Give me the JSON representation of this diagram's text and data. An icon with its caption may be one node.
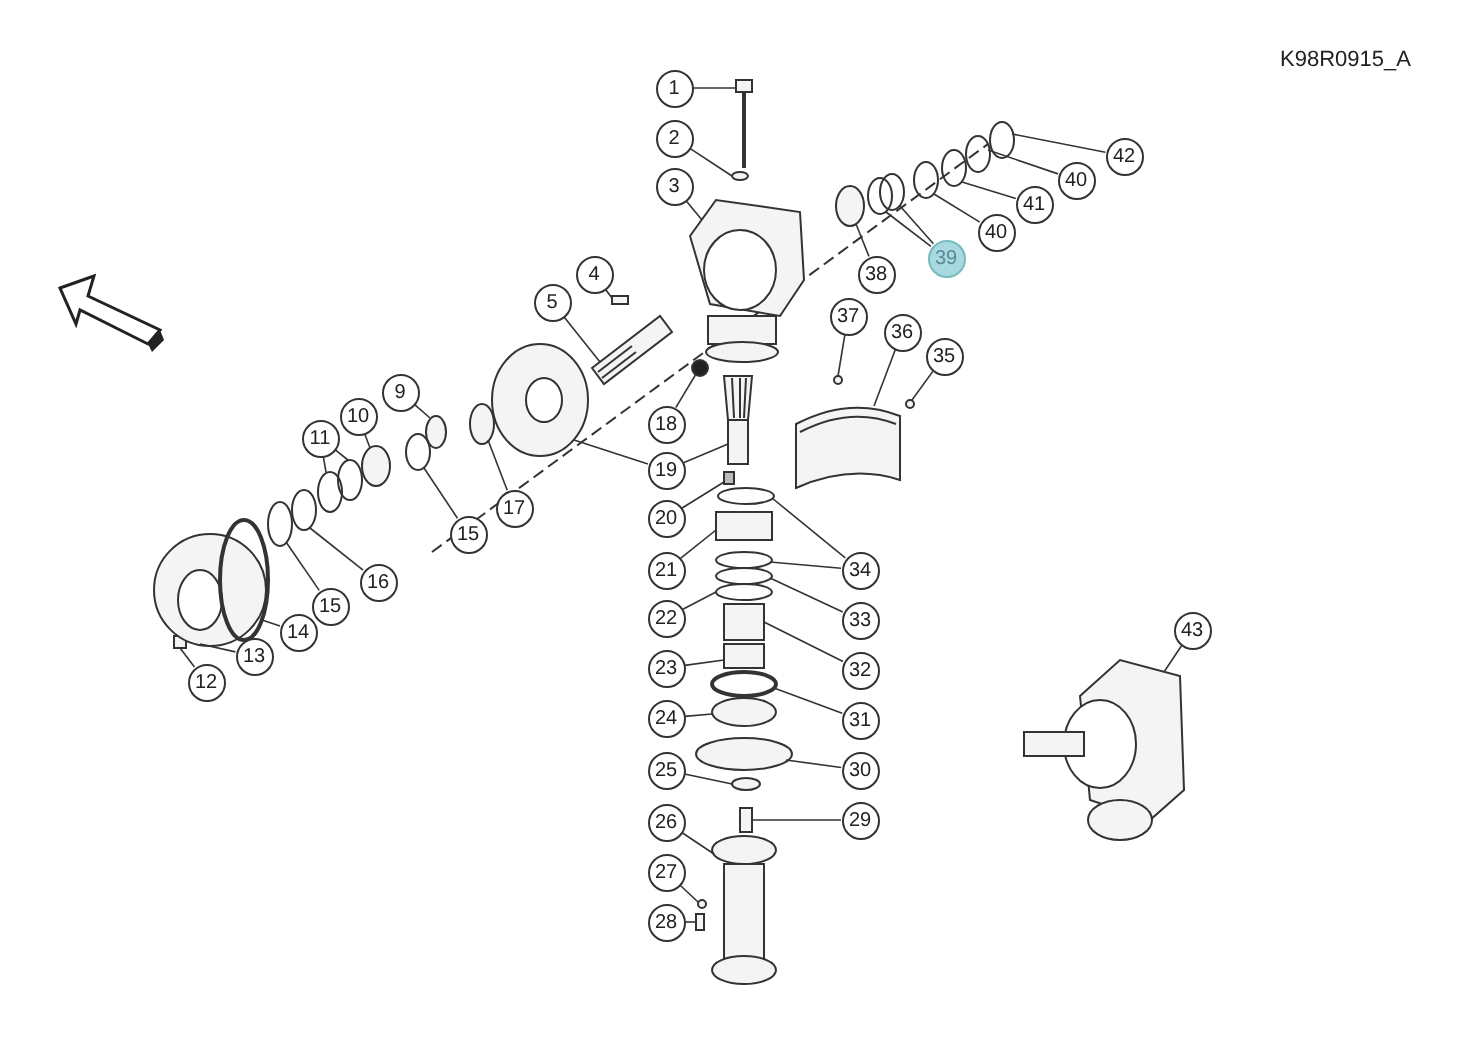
{
  "diagram": {
    "nodes": [
      {
        "text": [
          "1"
        ]
      },
      {
        "text": [
          "2"
        ]
      },
      {
        "text": [
          "3"
        ]
      },
      {
        "text": [
          "4"
        ]
      },
      {
        "text": [
          "5"
        ]
      },
      {
        "text": [
          "9"
        ]
      },
      {
        "text": [
          "10"
        ]
      },
      {
        "text": [
          "11"
        ]
      },
      {
        "text": [
          "12"
        ]
      },
      {
        "text": [
          "13"
        ]
      },
      {
        "text": [
          "14"
        ]
      },
      {
        "text": [
          "15"
        ]
      },
      {
        "text": [
          "15"
        ]
      },
      {
        "text": [
          "16"
        ]
      },
      {
        "text": [
          "17"
        ]
      },
      {
        "text": [
          "18"
        ]
      },
      {
        "text": [
          "19"
        ]
      },
      {
        "text": [
          "20"
        ]
      },
      {
        "text": [
          "21"
        ]
      },
      {
        "text": [
          "22"
        ]
      },
      {
        "text": [
          "23"
        ]
      },
      {
        "text": [
          "24"
        ]
      },
      {
        "text": [
          "25"
        ]
      },
      {
        "text": [
          "26"
        ]
      },
      {
        "text": [
          "27"
        ]
      },
      {
        "text": [
          "28"
        ]
      },
      {
        "text": [
          "29"
        ]
      },
      {
        "text": [
          "30"
        ]
      },
      {
        "text": [
          "31"
        ]
      },
      {
        "text": [
          "32"
        ]
      },
      {
        "text": [
          "33"
        ]
      },
      {
        "text": [
          "34"
        ]
      },
      {
        "text": [
          "35"
        ]
      },
      {
        "text": [
          "36"
        ]
      },
      {
        "text": [
          "37"
        ]
      },
      {
        "text": [
          "38"
        ]
      },
      {
        "text": [
          "39"
        ]
      },
      {
        "text": [
          "40"
        ]
      },
      {
        "text": [
          "40"
        ]
      },
      {
        "text": [
          "41"
        ]
      },
      {
        "text": [
          "42"
        ]
      },
      {
        "text": [
          "43"
        ]
      },
      {
        "text": [],
        "shape": "picture"
      },
      {
        "text": [],
        "shape": "circle"
      },
      {
        "text": [],
        "shape": "picture"
      },
      {
        "text": [],
        "shape": "box"
      },
      {
        "text": [],
        "shape": "picture"
      },
      {
        "text": [],
        "shape": "circle"
      },
      {
        "text": [],
        "shape": "circle"
      },
      {
        "text": [],
        "shape": "circle"
      },
      {
        "text": [],
        "shape": "circle"
      },
      {
        "text": [],
        "shape": "box"
      },
      {
        "text": [],
        "shape": "picture"
      },
      {
        "text": [],
        "shape": "circle"
      },
      {
        "text": [],
        "shape": "circle"
      },
      {
        "text": [],
        "shape": "circle"
      },
      {
        "text": [],
        "shape": "circle"
      },
      {
        "text": [],
        "shape": "circle"
      },
      {
        "text": [],
        "shape": "circle"
      },
      {
        "text": [],
        "shape": "picture"
      },
      {
        "text": [],
        "shape": "picture"
      },
      {
        "text": [],
        "shape": "box"
      },
      {
        "text": [],
        "shape": "box"
      },
      {
        "text": [],
        "shape": "circle"
      },
      {
        "text": [],
        "shape": "box"
      },
      {
        "text": [],
        "shape": "circle"
      },
      {
        "text": [],
        "shape": "circle"
      },
      {
        "text": [],
        "shape": "picture"
      },
      {
        "text": [],
        "shape": "circle"
      },
      {
        "text": [],
        "shape": "box"
      },
      {
        "text": [],
        "shape": "box"
      },
      {
        "text": [],
        "shape": "circle"
      },
      {
        "text": [],
        "shape": "circle"
      },
      {
        "text": [],
        "shape": "box"
      },
      {
        "text": [],
        "shape": "circle"
      },
      {
        "text": [],
        "shape": "circle"
      },
      {
        "text": [],
        "shape": "circle"
      },
      {
        "text": [],
        "shape": "circle"
      },
      {
        "text": [],
        "shape": "picture"
      },
      {
        "text": [],
        "shape": "circle"
      },
      {
        "text": [],
        "shape": "circle"
      },
      {
        "text": [],
        "shape": "circle"
      },
      {
        "text": [],
        "shape": "circle"
      },
      {
        "text": [],
        "shape": "circle"
      },
      {
        "text": [],
        "shape": "circle"
      },
      {
        "text": [],
        "shape": "circle"
      },
      {
        "text": [],
        "shape": "circle"
      },
      {
        "text": [],
        "shape": "picture"
      }
    ],
    "edges": [
      {
        "from": 0,
        "to": 42,
        "arrow": "none"
      },
      {
        "from": 1,
        "to": 43,
        "arrow": "none"
      },
      {
        "from": 2,
        "to": 44,
        "arrow": "none"
      },
      {
        "from": 3,
        "to": 45,
        "arrow": "none"
      },
      {
        "from": 4,
        "to": 46,
        "arrow": "none"
      },
      {
        "from": 5,
        "to": 47,
        "arrow": "none"
      },
      {
        "from": 6,
        "to": 48,
        "arrow": "none"
      },
      {
        "from": 7,
        "to": 49,
        "arrow": "none"
      },
      {
        "from": 7,
        "to": 50,
        "arrow": "none"
      },
      {
        "from": 8,
        "to": 51,
        "arrow": "none"
      },
      {
        "from": 9,
        "to": 52,
        "arrow": "none"
      },
      {
        "from": 10,
        "to": 53,
        "arrow": "none"
      },
      {
        "from": 11,
        "to": 54,
        "arrow": "none"
      },
      {
        "from": 12,
        "to": 55,
        "arrow": "none"
      },
      {
        "from": 13,
        "to": 56,
        "arrow": "none"
      },
      {
        "from": 14,
        "to": 57,
        "arrow": "none"
      },
      {
        "from": 15,
        "to": 58,
        "arrow": "none"
      },
      {
        "from": 16,
        "to": 59,
        "arrow": "none"
      },
      {
        "from": 16,
        "to": 60,
        "arrow": "none"
      },
      {
        "from": 17,
        "to": 61,
        "arrow": "none"
      },
      {
        "from": 18,
        "to": 62,
        "arrow": "none"
      },
      {
        "from": 19,
        "to": 63,
        "arrow": "none"
      },
      {
        "from": 20,
        "to": 64,
        "arrow": "none"
      },
      {
        "from": 21,
        "to": 65,
        "arrow": "none"
      },
      {
        "from": 22,
        "to": 66,
        "arrow": "none"
      },
      {
        "from": 23,
        "to": 67,
        "arrow": "none"
      },
      {
        "from": 24,
        "to": 68,
        "arrow": "none"
      },
      {
        "from": 25,
        "to": 69,
        "arrow": "none"
      },
      {
        "from": 26,
        "to": 70,
        "arrow": "none"
      },
      {
        "from": 27,
        "to": 71,
        "arrow": "none"
      },
      {
        "from": 28,
        "to": 72,
        "arrow": "none"
      },
      {
        "from": 29,
        "to": 73,
        "arrow": "none"
      },
      {
        "from": 30,
        "to": 74,
        "arrow": "none"
      },
      {
        "from": 31,
        "to": 75,
        "arrow": "none"
      },
      {
        "from": 31,
        "to": 76,
        "arrow": "none"
      },
      {
        "from": 32,
        "to": 77,
        "arrow": "none"
      },
      {
        "from": 33,
        "to": 78,
        "arrow": "none"
      },
      {
        "from": 34,
        "to": 79,
        "arrow": "none"
      },
      {
        "from": 35,
        "to": 80,
        "arrow": "none"
      },
      {
        "from": 36,
        "to": 81,
        "arrow": "none"
      },
      {
        "from": 36,
        "to": 82,
        "arrow": "none"
      },
      {
        "from": 37,
        "to": 83,
        "arrow": "none"
      },
      {
        "from": 38,
        "to": 84,
        "arrow": "none"
      },
      {
        "from": 39,
        "to": 85,
        "arrow": "none"
      },
      {
        "from": 40,
        "to": 86,
        "arrow": "none"
      },
      {
        "from": 41,
        "to": 87,
        "arrow": "none"
      }
    ],
    "labels": [
      "K98R0915_A"
    ]
  }
}
